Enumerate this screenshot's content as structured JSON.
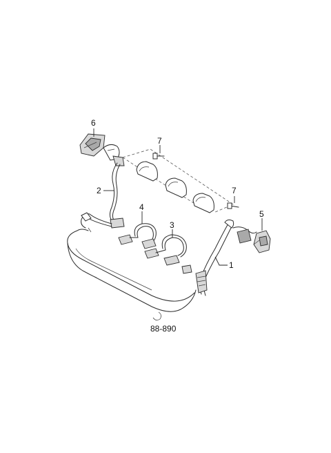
{
  "diagram": {
    "callouts": [
      {
        "id": "1",
        "text": "1"
      },
      {
        "id": "2",
        "text": "2"
      },
      {
        "id": "3",
        "text": "3"
      },
      {
        "id": "4",
        "text": "4"
      },
      {
        "id": "5",
        "text": "5"
      },
      {
        "id": "6",
        "text": "6"
      },
      {
        "id": "7a",
        "text": "7"
      },
      {
        "id": "7b",
        "text": "7"
      }
    ],
    "reference": "88-890",
    "colors": {
      "line": "#2b2b2b",
      "background": "#ffffff",
      "shade": "#d8d8d8"
    }
  }
}
